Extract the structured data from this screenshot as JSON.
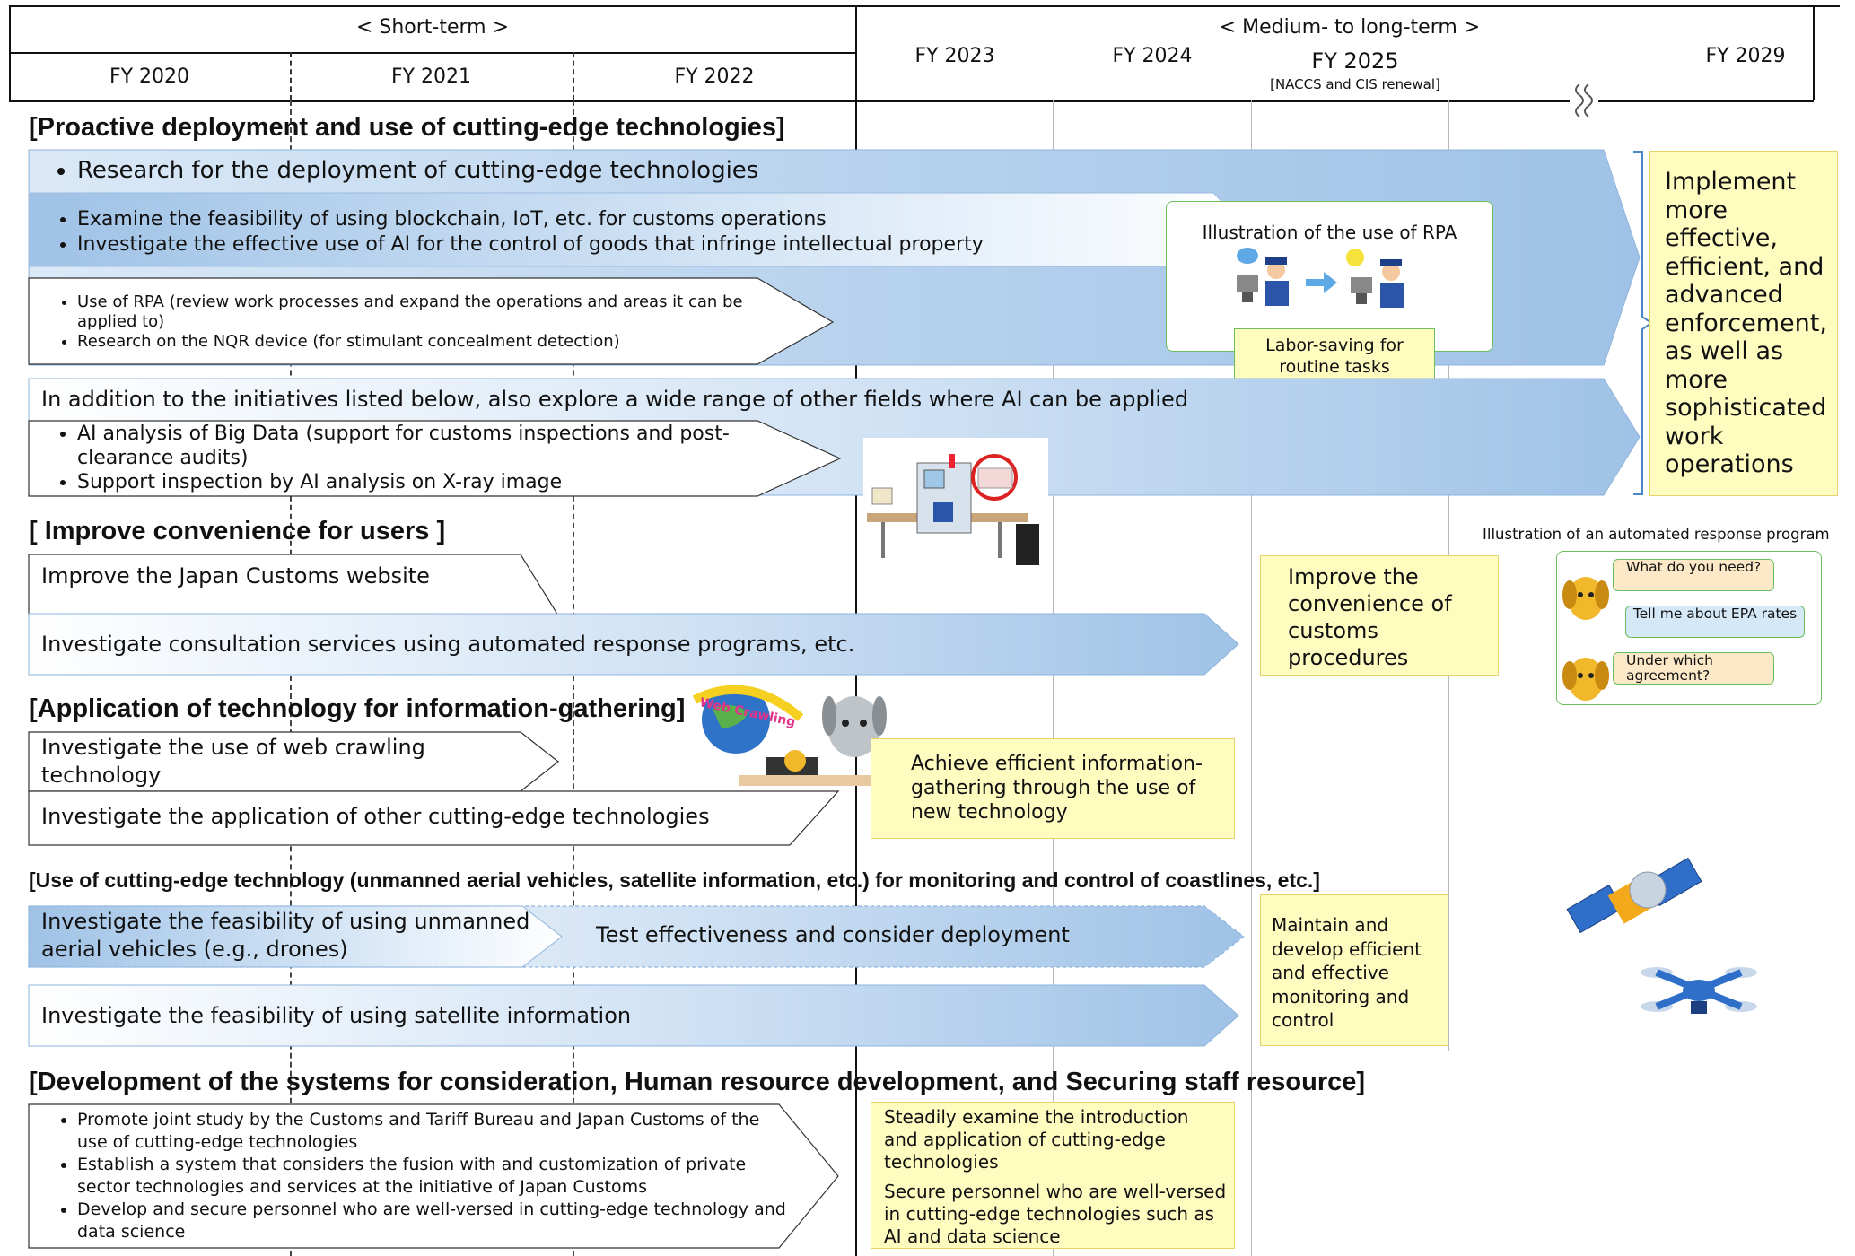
{
  "header": {
    "short_term": "< Short-term >",
    "medium_long_term": "< Medium- to long-term >",
    "fy2020": "FY 2020",
    "fy2021": "FY 2021",
    "fy2022": "FY 2022",
    "fy2023": "FY 2023",
    "fy2024": "FY 2024",
    "fy2025": "FY 2025",
    "fy2025_note": "[NACCS and CIS renewal]",
    "fy2029": "FY 2029"
  },
  "sections": {
    "s1": {
      "title": "[Proactive deployment and use of cutting-edge technologies]",
      "research": "Research for the deployment of cutting-edge technologies",
      "examine_1": "Examine the feasibility of using blockchain, IoT, etc. for customs operations",
      "examine_2": "Investigate the effective use of AI for the control of goods that infringe intellectual property",
      "rpa_1": "Use of RPA (review work processes and expand the operations and areas it can be applied to)",
      "rpa_2": "Research on the NQR device (for stimulant concealment detection)",
      "rpa_illustration_title": "Illustration of the use of RPA",
      "rpa_labor_saving": "Labor-saving for routine tasks",
      "ai_explore": "In addition to the initiatives listed below, also explore a wide range of other fields where AI can be applied",
      "ai_1": "AI analysis of Big Data (support for customs inspections and post-clearance audits)",
      "ai_2": "Support inspection by AI analysis on X-ray image",
      "goal": "Implement more effective, efficient, and advanced enforcement, as well as more sophisticated work operations"
    },
    "s2": {
      "title": "[ Improve convenience for users ]",
      "website": "Improve the Japan Customs website",
      "consult": "Investigate consultation services using automated response programs, etc.",
      "goal": "Improve the convenience of customs procedures",
      "chat_title": "Illustration of an automated response program",
      "chat_1": "What do you need?",
      "chat_2": "Tell me about EPA rates",
      "chat_3": "Under which agreement?"
    },
    "s3": {
      "title": "[Application of technology for information-gathering]",
      "web_crawling": "Investigate the use of web crawling technology",
      "other_tech": "Investigate the application of other cutting-edge technologies",
      "goal": "Achieve efficient information-gathering through the use of new technology",
      "web_crawling_badge": "Web Crawling"
    },
    "s4": {
      "title": "[Use of cutting-edge technology (unmanned aerial vehicles, satellite information, etc.) for monitoring and control of coastlines, etc.]",
      "drones": "Investigate the feasibility of using unmanned aerial vehicles (e.g., drones)",
      "test": "Test effectiveness and consider deployment",
      "satellite": "Investigate the feasibility of using satellite information",
      "goal": "Maintain and develop efficient and effective monitoring and control"
    },
    "s5": {
      "title": "[Development of the systems for consideration, Human resource development, and Securing staff resource]",
      "item_1": "Promote joint study by the Customs and Tariff Bureau and Japan Customs of the use of cutting-edge technologies",
      "item_2": "Establish a system that considers the fusion with and customization of private sector technologies and services at the initiative of Japan Customs",
      "item_3": "Develop and secure personnel who are well-versed in cutting-edge technology and data science",
      "goal_1": "Steadily examine the introduction and application of cutting-edge technologies",
      "goal_2": "Secure personnel who are well-versed in cutting-edge technologies such as AI and data science"
    }
  },
  "colors": {
    "arrow_blue": "#a9c8e9",
    "goal_yellow": "#fffcc0",
    "border_green": "#6bbf5c"
  },
  "icons": [
    "customs-officer-icon",
    "xray-inspection-machine-icon",
    "globe-icon",
    "robot-dog-icon",
    "chat-mascot-icon",
    "satellite-icon",
    "drone-icon"
  ]
}
